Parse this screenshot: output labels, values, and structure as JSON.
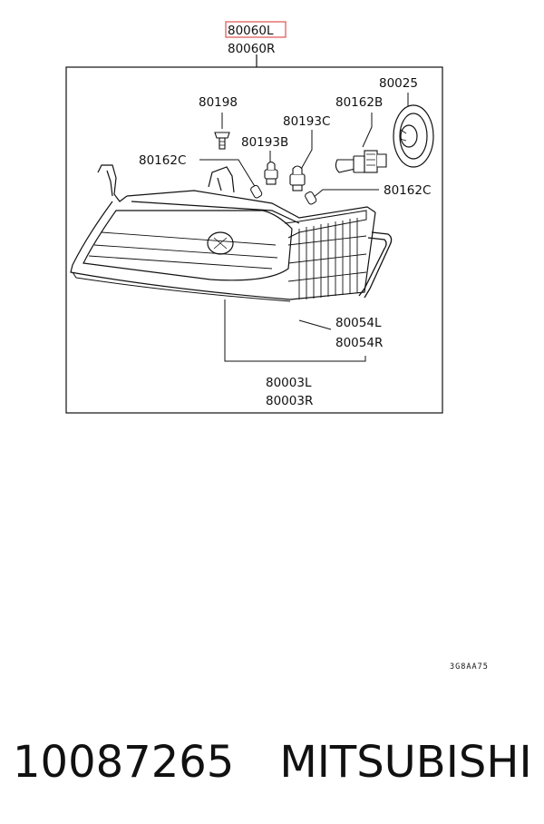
{
  "diagram": {
    "labels": {
      "assembly_left": "80060L",
      "assembly_right": "80060R",
      "screw": "80198",
      "socket_c": "80193C",
      "socket_b": "80193B",
      "bulb_b": "80162B",
      "cover": "80025",
      "bulb_c_left": "80162C",
      "bulb_c_right": "80162C",
      "lamp_assy_l": "80003L",
      "lamp_assy_r": "80003R",
      "seal_l": "80054L",
      "seal_r": "80054R"
    },
    "code": "3G8AA75",
    "highlight_color": "#e05050"
  },
  "footer": {
    "part_number": "10087265",
    "brand": "MITSUBISHI"
  }
}
